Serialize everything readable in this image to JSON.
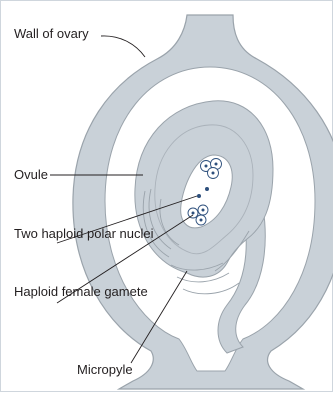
{
  "labels": {
    "wall_of_ovary": "Wall of ovary",
    "ovule": "Ovule",
    "polar_nuclei": "Two haploid polar nuclei",
    "female_gamete": "Haploid female gamete",
    "micropyle": "Micropyle"
  },
  "colors": {
    "tissue_fill": "#c9d1d8",
    "outline": "#9aa3ab",
    "leader_line": "#231f20",
    "embryo_sac": "#ffffff",
    "nucleus": "#2d4f7c"
  }
}
